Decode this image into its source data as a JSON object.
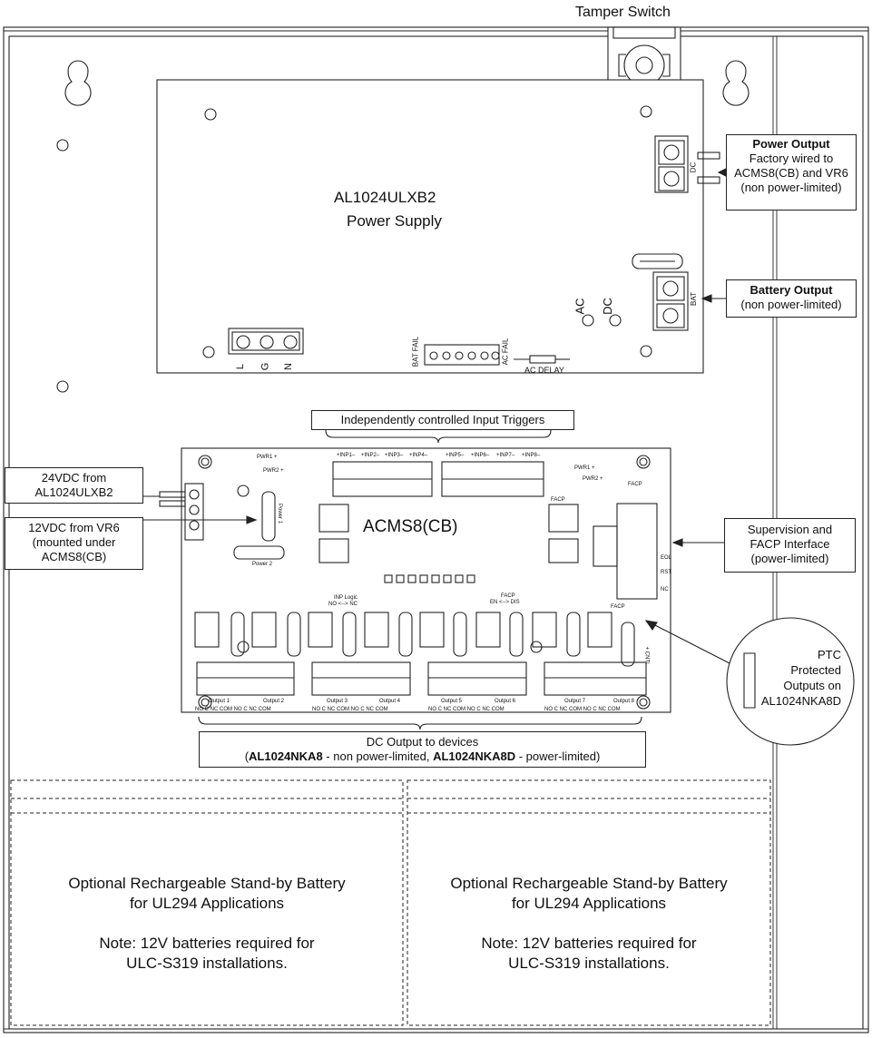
{
  "tamper_switch": "Tamper Switch",
  "power_supply": {
    "model": "AL1024ULXB2",
    "name": "Power Supply",
    "ac_indicator": "AC",
    "dc_indicator": "DC",
    "mains_terminals": [
      "L",
      "G",
      "N"
    ],
    "bat_fail": "BAT FAIL",
    "ac_fail": "AC FAIL",
    "ac_delay": "AC DELAY",
    "dc_term": "DC",
    "bat_term": "BAT"
  },
  "callouts": {
    "power_output": {
      "title": "Power Output",
      "lines": [
        "Factory wired to",
        "ACMS8(CB) and VR6",
        "(non power-limited)"
      ]
    },
    "battery_output": {
      "title": "Battery Output",
      "lines": [
        "(non power-limited)"
      ]
    },
    "input_triggers": "Independently controlled Input Triggers",
    "vdc24": [
      "24VDC from",
      "AL1024ULXB2"
    ],
    "vdc12": [
      "12VDC from VR6",
      "(mounted under",
      "ACMS8(CB)"
    ],
    "supervision": [
      "Supervision and",
      "FACP Interface",
      "(power-limited)"
    ],
    "ptc": [
      "PTC",
      "Protected",
      "Outputs on",
      "AL1024NKA8D"
    ],
    "dc_output": {
      "line1": "DC Output to devices",
      "open": "(",
      "nka8": "AL1024NKA8",
      "nka8_desc": " -  non power-limited, ",
      "nka8d": "AL1024NKA8D",
      "nka8d_desc": " - power-limited)"
    }
  },
  "board": {
    "model": "ACMS8(CB)",
    "pwr1": "PWR1 +",
    "pwr2": "PWR2 +",
    "pwr1_left": "PWR1 +",
    "pwr2_left": "PWR2 +",
    "power1": "Power 1",
    "power2": "Power 2",
    "inp_logic": "INP Logic",
    "inp_logic_sub": "NO <--> NC",
    "facp_en": "FACP",
    "facp_en_sub": "EN <--> DIS",
    "facp_top": "FACP",
    "facp_mid": "FACP",
    "facp_right": "FACP",
    "inputs": [
      "+INP1–",
      "+INP2–",
      "+INP3–",
      "+INP4–",
      "+INP5–",
      "+INP6–",
      "+INP7–",
      "+INP8–"
    ],
    "outputs": [
      "Output 1",
      "Output 2",
      "Output 3",
      "Output 4",
      "Output 5",
      "Output 6",
      "Output 7",
      "Output 8"
    ],
    "output_contacts": "NO   C   NC  COM  NO   C   NC  COM",
    "nc_label": "NC",
    "rst_label": "RST",
    "eol_label": "EOL",
    "cntrl": "+ CNTL"
  },
  "battery_left": {
    "line1": "Optional Rechargeable Stand-by Battery",
    "line2": "for UL294 Applications",
    "note1": "Note: 12V batteries required for",
    "note2": "ULC-S319 installations."
  },
  "battery_right": {
    "line1": "Optional Rechargeable Stand-by Battery",
    "line2": "for UL294 Applications",
    "note1": "Note: 12V batteries required for",
    "note2": "ULC-S319 installations."
  }
}
